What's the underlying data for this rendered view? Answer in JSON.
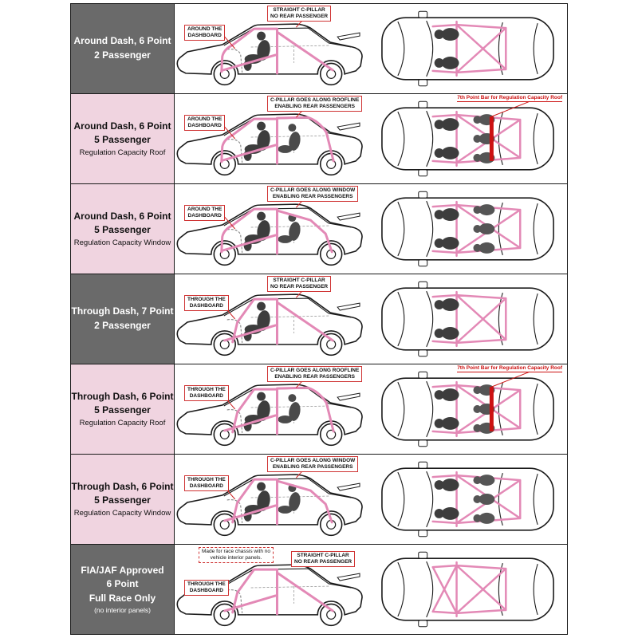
{
  "colors": {
    "cage_pink": "#e389b6",
    "label_gray": "#6a6a6a",
    "label_pink": "#f0d4e0",
    "annotation_red": "#cc1111",
    "passenger_gray": "#3d3d3d"
  },
  "rows": [
    {
      "variant": "gray",
      "label": {
        "line1": "Around Dash, 6 Point",
        "line2": "2 Passenger",
        "line3": "",
        "line4": ""
      },
      "ann_dash": "AROUND THE\nDASHBOARD",
      "ann_pillar": "STRAIGHT  C-PILLAR\nNO REAR PASSENGER",
      "top_note": ""
    },
    {
      "variant": "pink",
      "label": {
        "line1": "Around Dash, 6 Point",
        "line2": "5 Passenger",
        "line3": "Regulation Capacity Roof",
        "line4": ""
      },
      "ann_dash": "AROUND THE\nDASHBOARD",
      "ann_pillar": "C-PILLAR GOES ALONG ROOFLINE\nENABLING REAR PASSENGERS",
      "top_note": "7th Point Bar for Regulation Capacity Roof"
    },
    {
      "variant": "pink",
      "label": {
        "line1": "Around Dash, 6 Point",
        "line2": "5 Passenger",
        "line3": "Regulation Capacity Window",
        "line4": ""
      },
      "ann_dash": "AROUND THE\nDASHBOARD",
      "ann_pillar": "C-PILLAR GOES ALONG WINDOW\nENABLING REAR PASSENGERS",
      "top_note": ""
    },
    {
      "variant": "gray",
      "label": {
        "line1": "Through Dash, 7 Point",
        "line2": "2 Passenger",
        "line3": "",
        "line4": ""
      },
      "ann_dash": "THROUGH THE\nDASHBOARD",
      "ann_pillar": "STRAIGHT  C-PILLAR\nNO REAR PASSENGER",
      "top_note": ""
    },
    {
      "variant": "pink",
      "label": {
        "line1": "Through Dash, 6 Point",
        "line2": "5 Passenger",
        "line3": "Regulation Capacity Roof",
        "line4": ""
      },
      "ann_dash": "THROUGH THE\nDASHBOARD",
      "ann_pillar": "C-PILLAR GOES ALONG ROOFLINE\nENABLING REAR PASSENGERS",
      "top_note": "7th Point Bar for Regulation Capacity Roof"
    },
    {
      "variant": "pink",
      "label": {
        "line1": "Through Dash, 6 Point",
        "line2": "5 Passenger",
        "line3": "Regulation Capacity Window",
        "line4": ""
      },
      "ann_dash": "THROUGH THE\nDASHBOARD",
      "ann_pillar": "C-PILLAR GOES ALONG WINDOW\nENABLING REAR PASSENGERS",
      "top_note": ""
    },
    {
      "variant": "gray",
      "label": {
        "line1": "FIA/JAF Approved",
        "line2": "6 Point",
        "line3": "Full Race Only",
        "line4": "(no interior panels)"
      },
      "ann_dash": "THROUGH THE\nDASHBOARD",
      "ann_pillar": "STRAIGHT  C-PILLAR\nNO REAR PASSENGER",
      "race_note": "Made for race chassis with no\nvehicle interior panels.",
      "top_note": ""
    }
  ]
}
